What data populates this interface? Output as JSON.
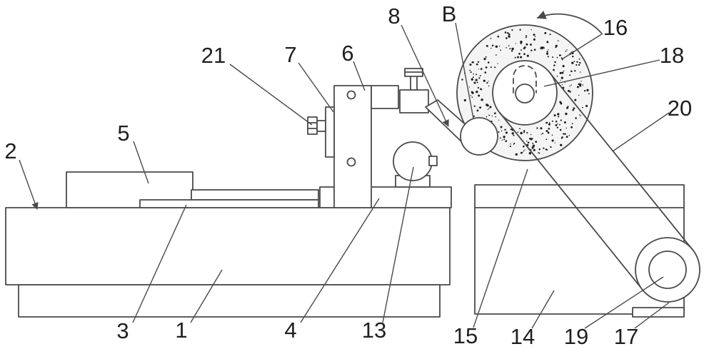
{
  "diagram": {
    "kind": "technical-line-drawing",
    "labels": [
      {
        "id": "2",
        "text": "2"
      },
      {
        "id": "5",
        "text": "5"
      },
      {
        "id": "21",
        "text": "21"
      },
      {
        "id": "7",
        "text": "7"
      },
      {
        "id": "6",
        "text": "6"
      },
      {
        "id": "8",
        "text": "8"
      },
      {
        "id": "B",
        "text": "B"
      },
      {
        "id": "16",
        "text": "16"
      },
      {
        "id": "18",
        "text": "18"
      },
      {
        "id": "20",
        "text": "20"
      },
      {
        "id": "3",
        "text": "3"
      },
      {
        "id": "1",
        "text": "1"
      },
      {
        "id": "4",
        "text": "4"
      },
      {
        "id": "13",
        "text": "13"
      },
      {
        "id": "15",
        "text": "15"
      },
      {
        "id": "14",
        "text": "14"
      },
      {
        "id": "19",
        "text": "19"
      },
      {
        "id": "17",
        "text": "17"
      }
    ],
    "colors": {
      "line": "#4a4a4a",
      "label": "#1f1f1f",
      "wheel_fill": "#f4f4f4",
      "stipple": "#1c1c1c",
      "background": "#ffffff"
    },
    "wheel": {
      "stipple_count": 300
    }
  }
}
